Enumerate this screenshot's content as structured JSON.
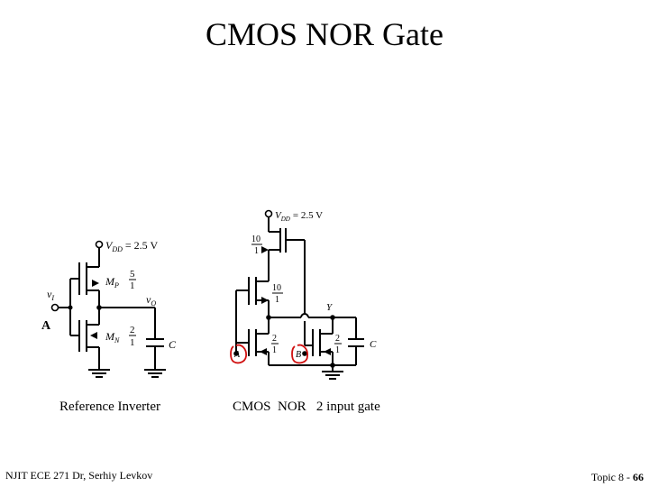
{
  "slide": {
    "title": "CMOS NOR Gate",
    "label_a": "A",
    "caption_left": "Reference Inverter",
    "caption_right": "CMOS  NOR   2 input gate",
    "footer_left": "NJIT ECE 271  Dr, Serhiy Levkov",
    "footer_right_prefix": "Topic 8 - ",
    "footer_right_page": "66"
  },
  "inverter": {
    "vdd_label": "V",
    "vdd_sub": "DD",
    "vdd_value": "= 2.5 V",
    "input_label": "v",
    "input_sub": "I",
    "output_label": "v",
    "output_sub": "O",
    "pmos_label": "M",
    "pmos_sub": "P",
    "pmos_ratio_num": "5",
    "pmos_ratio_den": "1",
    "nmos_label": "M",
    "nmos_sub": "N",
    "nmos_ratio_num": "2",
    "nmos_ratio_den": "1",
    "cap_label": "C"
  },
  "nor_gate": {
    "vdd_label": "V",
    "vdd_sub": "DD",
    "vdd_value": "= 2.5 V",
    "pmos1_ratio_num": "10",
    "pmos1_ratio_den": "1",
    "pmos2_ratio_num": "10",
    "pmos2_ratio_den": "1",
    "nmos_a_ratio_num": "2",
    "nmos_a_ratio_den": "1",
    "nmos_b_ratio_num": "2",
    "nmos_b_ratio_den": "1",
    "output_label": "Y",
    "input_a_label": "A",
    "input_b_label": "B",
    "cap_label": "C",
    "highlight_color": "#d01010"
  }
}
